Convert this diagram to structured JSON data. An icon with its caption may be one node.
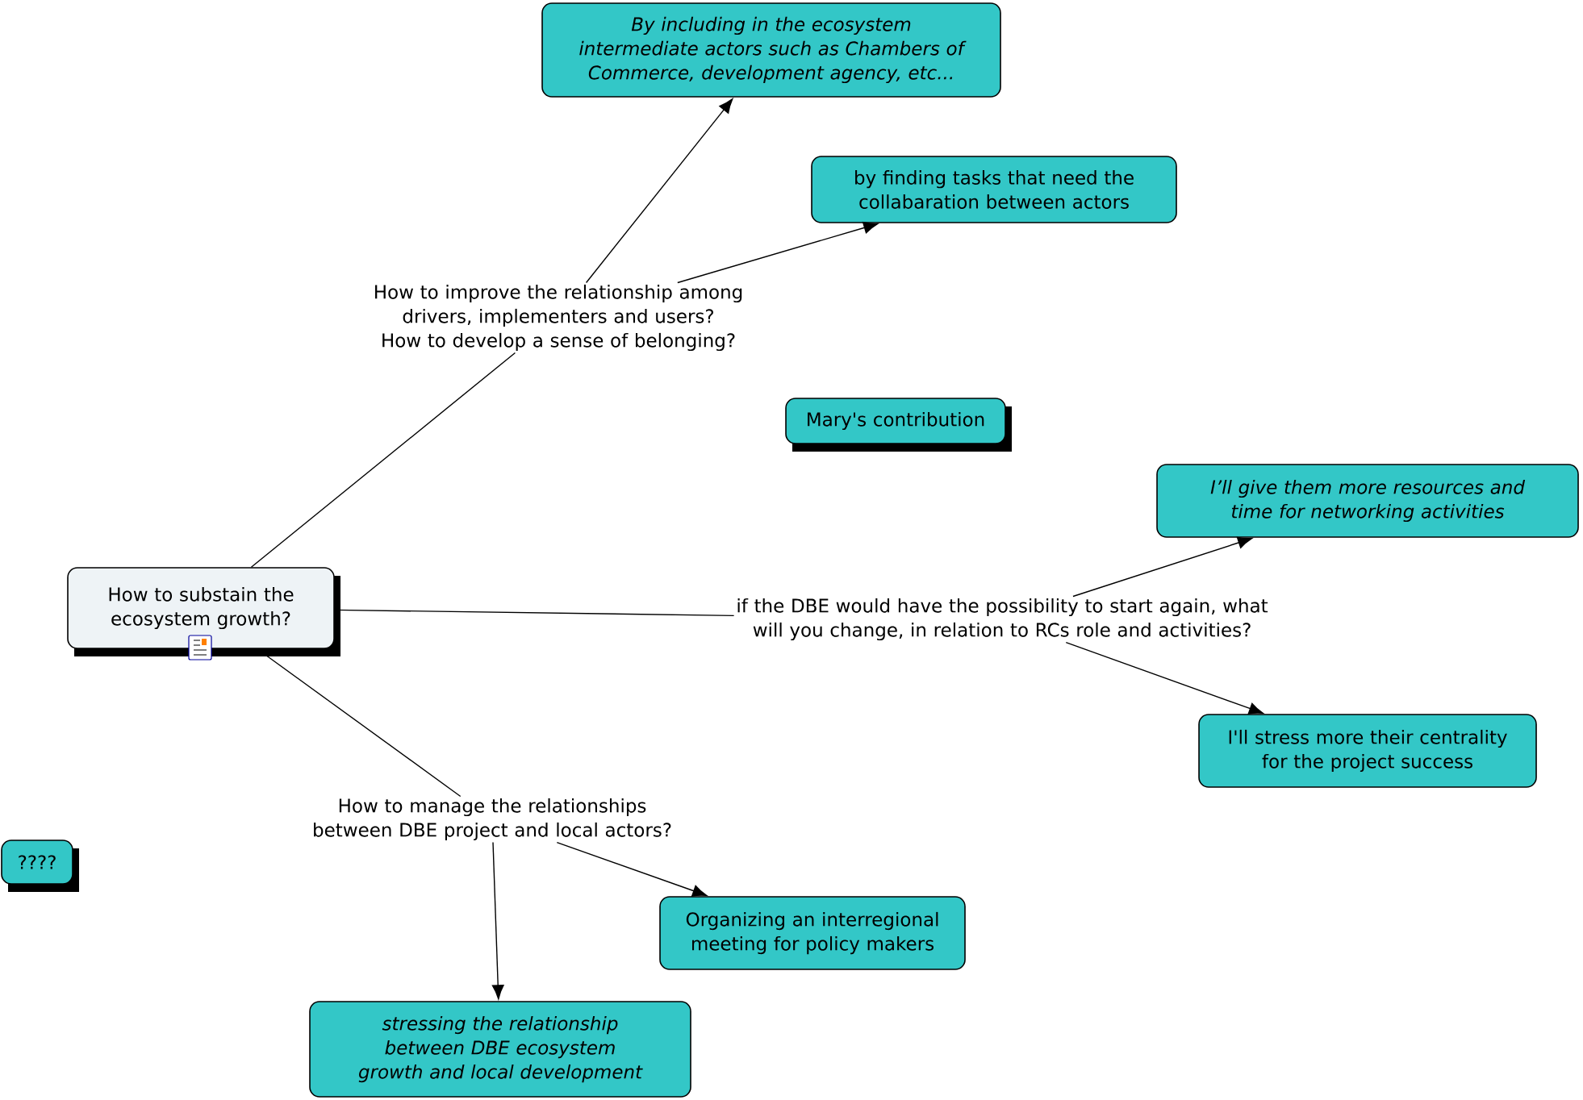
{
  "diagram": {
    "nodes": [
      {
        "text": [
          "How to substain the ecosystem growth?"
        ]
      },
      {
        "text": [
          "How to improve the relationship among drivers, implementers and users? How to develop a sense of belonging?"
        ]
      },
      {
        "text": [
          "By including in the ecosystem intermediate actors such as Chambers of Commerce, development agency, etc..."
        ]
      },
      {
        "text": [
          "by finding tasks that need the collabaration between actors"
        ]
      },
      {
        "text": [
          "Mary's contribution"
        ]
      },
      {
        "text": [
          "if the DBE would have the possibility to start again, what will you change, in relation to RCs role and activities?"
        ]
      },
      {
        "text": [
          "I’ll give them more resources and time for networking activities"
        ]
      },
      {
        "text": [
          "I'll stress more their centrality for the project success"
        ]
      },
      {
        "text": [
          "????"
        ]
      },
      {
        "text": [
          "How to manage the relationships between DBE project and local actors?"
        ]
      },
      {
        "text": [
          "Organizing an interregional meeting for policy makers"
        ]
      },
      {
        "text": [
          "stressing the relationship between DBE ecosystem growth and local development"
        ]
      }
    ],
    "edges": [
      {
        "from": 0,
        "to": 1,
        "arrow": "none"
      },
      {
        "from": 1,
        "to": 2,
        "arrow": "to"
      },
      {
        "from": 1,
        "to": 3,
        "arrow": "to"
      },
      {
        "from": 0,
        "to": 5,
        "arrow": "none"
      },
      {
        "from": 5,
        "to": 6,
        "arrow": "to"
      },
      {
        "from": 5,
        "to": 7,
        "arrow": "to"
      },
      {
        "from": 0,
        "to": 9,
        "arrow": "none"
      },
      {
        "from": 9,
        "to": 11,
        "arrow": "to"
      },
      {
        "from": 9,
        "to": 10,
        "arrow": "to"
      }
    ]
  }
}
